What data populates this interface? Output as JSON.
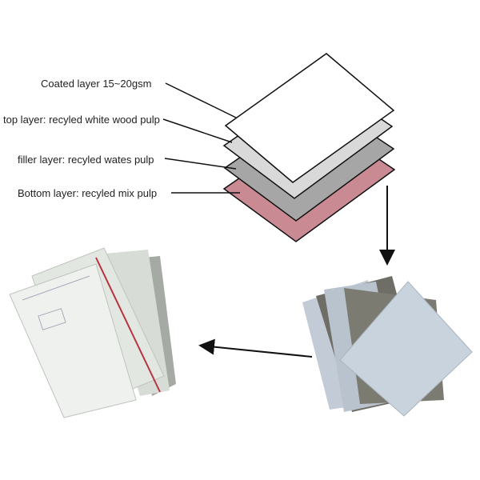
{
  "labels": {
    "coated": "Coated layer 15~20gsm",
    "top": "top layer: recyled white wood pulp",
    "filler": "filler layer: recyled wates pulp",
    "bottom": "Bottom  layer: recyled mix pulp"
  },
  "colors": {
    "coated": "#ffffff",
    "top": "#d9d9d9",
    "filler": "#a6a6a6",
    "bottom": "#c98a94"
  }
}
